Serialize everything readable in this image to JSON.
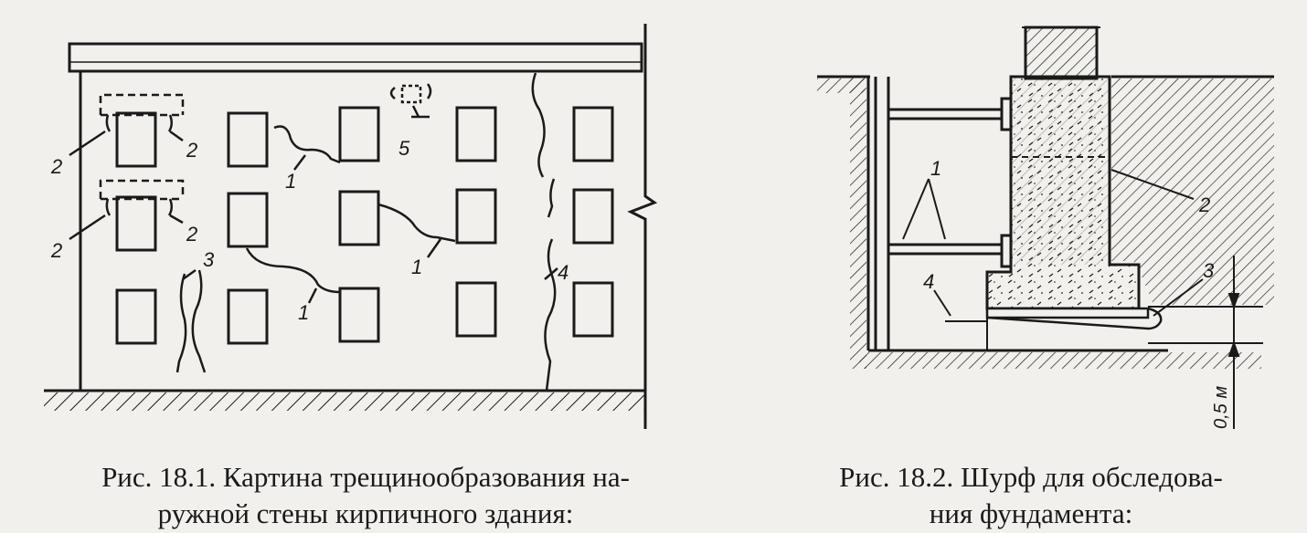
{
  "figure_1": {
    "caption_line_1": "Рис. 18.1. Картина трещинообразования на-",
    "caption_line_2": "ружной стены кирпичного здания:",
    "labels": {
      "crack_1a": "1",
      "crack_1b": "1",
      "crack_1c": "1",
      "left_2a": "2",
      "right_2a": "2",
      "left_2b": "2",
      "right_2b": "2",
      "crack_3": "3",
      "crack_4": "4",
      "item_5": "5"
    }
  },
  "figure_2": {
    "caption_line_1": "Рис. 18.2. Шурф для обследова-",
    "caption_line_2": "ния фундамента:",
    "labels": {
      "struts_1": "1",
      "footing_2": "2",
      "item_3": "3",
      "item_4": "4"
    },
    "dimension": "0,5 м"
  },
  "colors": {
    "ink": "#1a1a1a",
    "paper": "#f1f0ec"
  }
}
